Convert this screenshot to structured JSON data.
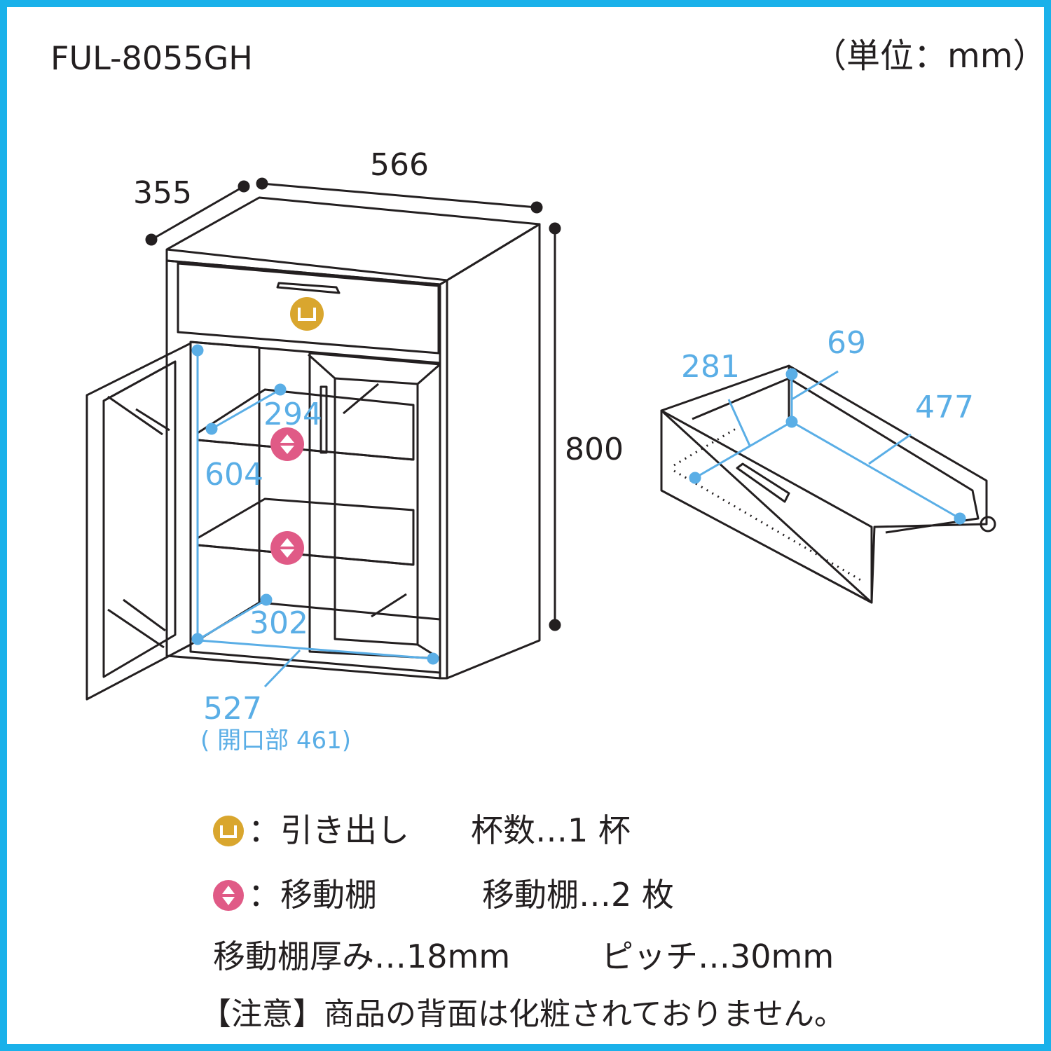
{
  "header": {
    "model": "FUL-8055GH",
    "unit": "（単位：mm）"
  },
  "colors": {
    "frame": "#1ab1ea",
    "line": "#231f20",
    "dimension_blue": "#5aaee6",
    "drawer_icon": "#d9a62e",
    "shelf_icon": "#e05a86"
  },
  "cabinet_dims": {
    "depth": "355",
    "width": "566",
    "height": "800",
    "shelf_depth_top": "294",
    "inner_height": "604",
    "shelf_depth_bottom": "302",
    "inner_width": "527",
    "opening": "( 開口部 461)"
  },
  "drawer_dims": {
    "depth": "281",
    "height": "69",
    "width": "477"
  },
  "legend": {
    "drawer_label": "：引き出し",
    "drawer_count": "杯数…1 杯",
    "shelf_label": "：移動棚",
    "shelf_count": "移動棚…2 枚",
    "shelf_thickness": "移動棚厚み…18mm",
    "pitch": "ピッチ…30mm",
    "note": "【注意】商品の背面は化粧されておりません。"
  },
  "icons": [
    "drawer-icon",
    "movable-shelf-icon"
  ]
}
